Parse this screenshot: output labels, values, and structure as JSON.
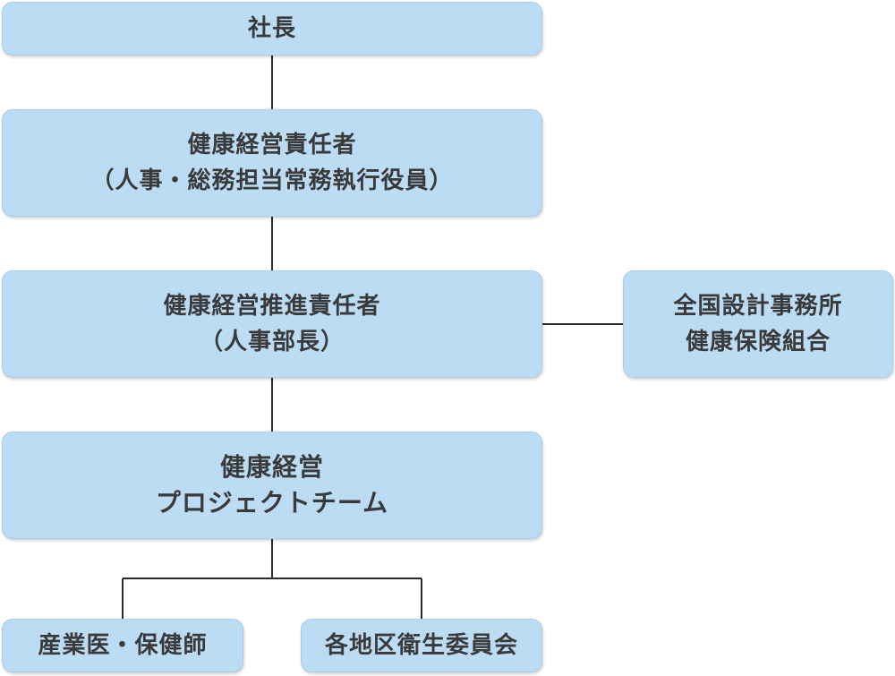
{
  "org": {
    "president": "社長",
    "officer": {
      "line1": "健康経営責任者",
      "line2": "（人事・総務担当常務執行役員）"
    },
    "promoter": {
      "line1": "健康経営推進責任者",
      "line2": "（人事部長）"
    },
    "insurance": {
      "line1": "全国設計事務所",
      "line2": "健康保険組合"
    },
    "team": {
      "line1": "健康経営",
      "line2": "プロジェクトチーム"
    },
    "medical": "産業医・保健師",
    "committee": "各地区衛生委員会"
  },
  "colors": {
    "box_fill": "#bcdcf4",
    "line": "#2b2b2b",
    "text": "#3a3a3a"
  }
}
